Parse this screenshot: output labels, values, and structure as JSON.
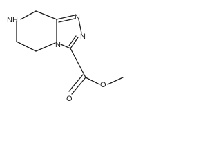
{
  "molecule": {
    "atoms": {
      "nh": "NH",
      "n_bridge": "N",
      "n_top": "N",
      "n_right": "N",
      "o_carbonyl": "O",
      "o_ester": "O"
    }
  }
}
